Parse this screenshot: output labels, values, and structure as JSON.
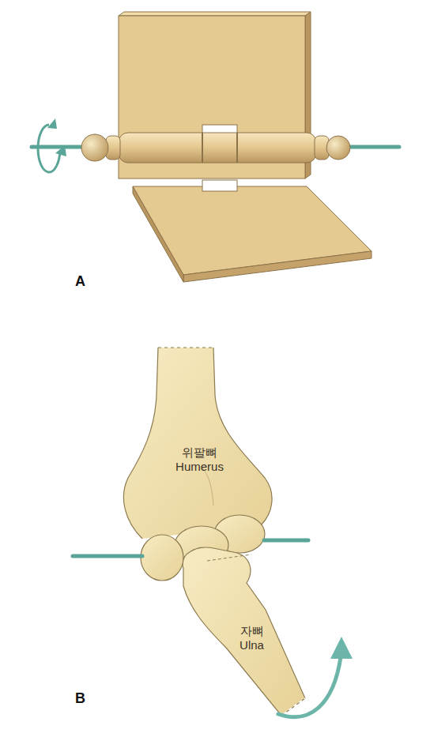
{
  "diagram": {
    "nodes": [
      {
        "text": [
          "위팔뼈",
          "Humerus"
        ]
      },
      {
        "text": [
          "자뼈",
          "Ulna"
        ]
      }
    ],
    "labels": [
      "A",
      "B"
    ]
  }
}
